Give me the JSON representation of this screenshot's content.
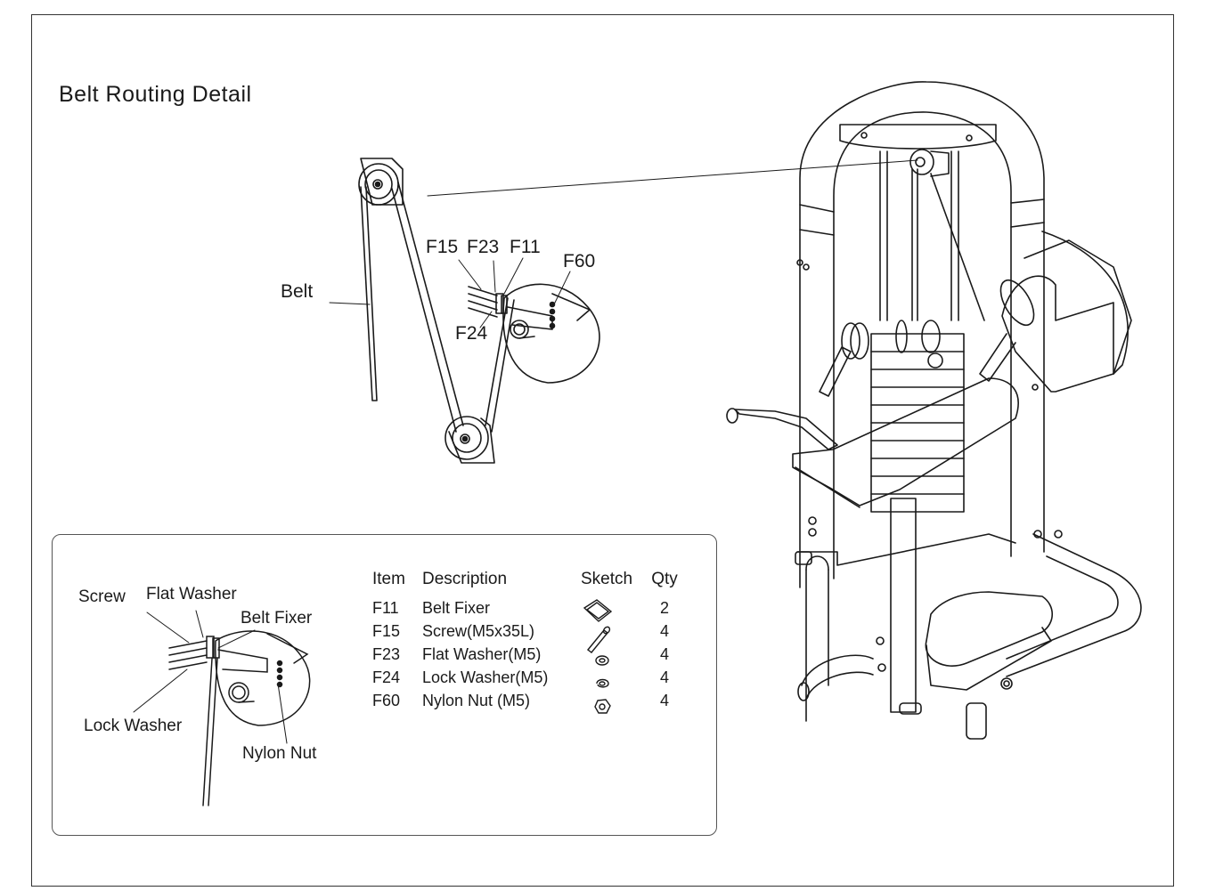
{
  "title": "Belt Routing Detail",
  "callouts": {
    "belt": "Belt",
    "f15": "F15",
    "f23": "F23",
    "f11": "F11",
    "f60": "F60",
    "f24": "F24"
  },
  "inset": {
    "screw": "Screw",
    "flat_washer": "Flat Washer",
    "belt_fixer": "Belt Fixer",
    "lock_washer": "Lock Washer",
    "nylon_nut": "Nylon Nut"
  },
  "parts_table": {
    "headers": {
      "item": "Item",
      "description": "Description",
      "sketch": "Sketch",
      "qty": "Qty"
    },
    "rows": [
      {
        "item": "F11",
        "description": "Belt Fixer",
        "sketch": "square-plate-icon",
        "qty": "2"
      },
      {
        "item": "F15",
        "description": "Screw(M5x35L)",
        "sketch": "screw-icon",
        "qty": "4"
      },
      {
        "item": "F23",
        "description": "Flat Washer(M5)",
        "sketch": "flat-washer-icon",
        "qty": "4"
      },
      {
        "item": "F24",
        "description": "Lock Washer(M5)",
        "sketch": "lock-washer-icon",
        "qty": "4"
      },
      {
        "item": "F60",
        "description": "Nylon Nut (M5)",
        "sketch": "hex-nut-icon",
        "qty": "4"
      }
    ]
  },
  "colors": {
    "line": "#1a1a1a",
    "frame": "#333333"
  }
}
